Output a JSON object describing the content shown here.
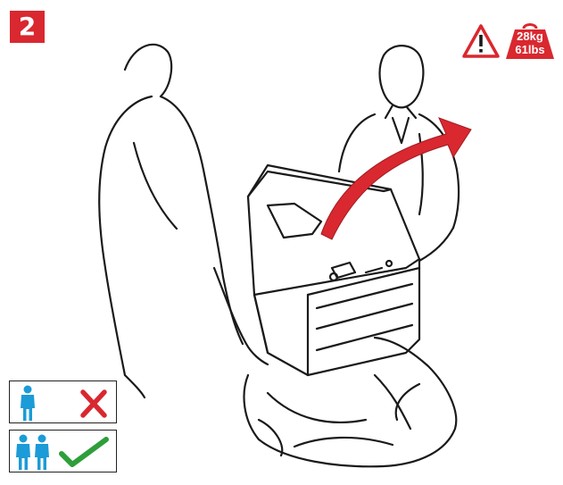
{
  "step": {
    "number": "2"
  },
  "weight": {
    "kg": "28kg",
    "lbs": "61lbs"
  },
  "colors": {
    "accent_red": "#d9282f",
    "person_blue": "#1b9bd7",
    "check_green": "#2e9e3a",
    "line": "#1a1a1a"
  },
  "icons": {
    "warning": "warning-triangle-icon",
    "weight": "weight-icon",
    "one_person": "single-person-icon",
    "two_people": "two-people-icon",
    "wrong": "red-cross-icon",
    "right": "green-check-icon"
  }
}
